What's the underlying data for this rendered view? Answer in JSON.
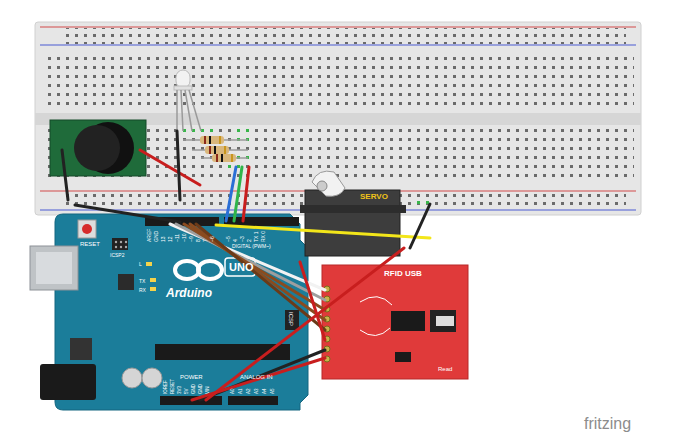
{
  "diagram": {
    "labels": [
      "RESET",
      "ICSP2",
      "L",
      "TX",
      "RX",
      "UNO",
      "Arduino",
      "ICSP",
      "AREF",
      "GND",
      "13",
      "12",
      "~11",
      "~10",
      "~9",
      "8",
      "7",
      "~6",
      "~5",
      "4",
      "~3",
      "2",
      "TX 1",
      "RX 0",
      "DIGITAL (PWM~)",
      "POWER",
      "IOREF",
      "RESET",
      "3V3",
      "5V",
      "GND",
      "GND",
      "VIN",
      "ANALOG IN",
      "A0",
      "A1",
      "A2",
      "A3",
      "A4",
      "A5",
      "SERVO",
      "RFID USB",
      "Read",
      "fritzing"
    ]
  }
}
